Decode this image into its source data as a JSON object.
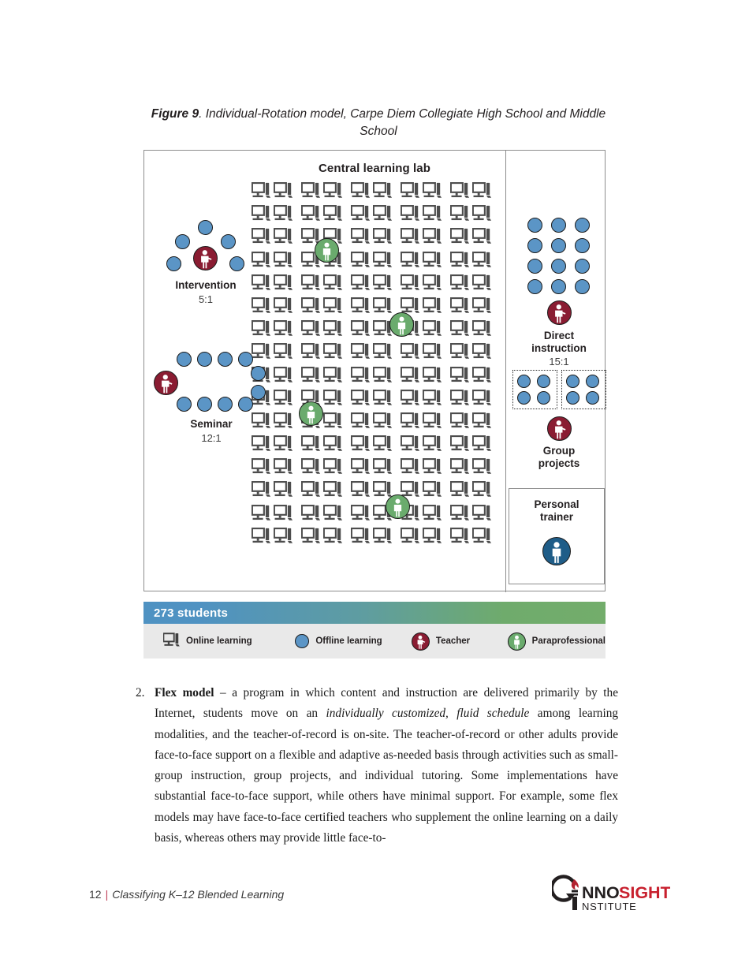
{
  "figure": {
    "caption_label": "Figure 9",
    "caption_text": ". Individual-Rotation model, Carpe Diem Collegiate High School and Middle School",
    "title": "Central learning lab",
    "computer_grid": {
      "rows": 16,
      "columns": 10,
      "column_pairs": 5,
      "icon": "desktop-computer-icon"
    },
    "paraprofessionals": [
      {
        "label": "paraprofessional-1",
        "row": 3,
        "col": 3
      },
      {
        "label": "paraprofessional-2",
        "row": 6,
        "col": 6
      },
      {
        "label": "paraprofessional-3",
        "row": 9,
        "col": 2
      },
      {
        "label": "paraprofessional-4",
        "row": 13,
        "col": 6
      }
    ],
    "left_groups": [
      {
        "name": "intervention",
        "label": "Intervention",
        "ratio": "5:1",
        "students": 5,
        "facilitator": "teacher",
        "arrangement": "arc"
      },
      {
        "name": "seminar",
        "label": "Seminar",
        "ratio": "12:1",
        "students": 10,
        "facilitator": "teacher",
        "arrangement": "oval"
      }
    ],
    "right_groups": [
      {
        "name": "direct-instruction",
        "label_line1": "Direct",
        "label_line2": "instruction",
        "ratio": "15:1",
        "students": 12,
        "facilitator": "teacher",
        "arrangement": "grid-3x4"
      },
      {
        "name": "group-projects",
        "label_line1": "Group",
        "label_line2": "projects",
        "ratio": "",
        "students": 8,
        "facilitator": "teacher",
        "arrangement": "two-dotted-boxes-2x2"
      }
    ],
    "personal_trainer": {
      "label_line1": "Personal",
      "label_line2": "trainer",
      "icon": "personal-trainer-icon"
    },
    "legend": {
      "total_students": "273 students",
      "items": [
        {
          "icon": "desktop-computer-icon",
          "label": "Online learning"
        },
        {
          "icon": "blue-circle-icon",
          "label": "Offline learning"
        },
        {
          "icon": "teacher-person-icon",
          "label": "Teacher"
        },
        {
          "icon": "paraprofessional-person-icon",
          "label": "Paraprofessional"
        }
      ]
    },
    "colors": {
      "student_blue": "#5b95c6",
      "teacher_maroon": "#8a1c32",
      "para_green": "#6aab6d",
      "trainer_blue": "#1f5d88",
      "computer_gray": "#4d4d4d",
      "bar_gradient_start": "#4f92c2",
      "bar_gradient_end": "#73ad6b"
    }
  },
  "body": {
    "list_marker": "2.",
    "term": "Flex model",
    "text_part1": " – a program in which content and instruction are delivered primarily by the Internet, students move on an ",
    "emphasis": "individually customized, fluid schedule",
    "text_part2": " among learning modalities, and the teacher-of-record is on-site. The teacher-of-record or other adults provide face-to-face support on a flexible and adaptive as-needed basis through activities such as small-group instruction, group projects, and individual tutoring. Some implementations have substantial face-to-face support, while others have minimal support. For example, some flex models may have face-to-face certified teachers who supplement the online learning on a daily basis, whereas others may provide little face-to-"
  },
  "footer": {
    "page_number": "12",
    "separator": "|",
    "title": "Classifying K–12 Blended Learning",
    "logo": {
      "word1": "NNO",
      "word2": "SIGHT",
      "word3": "NSTITUTE",
      "icon": "innosight-torch-icon"
    }
  }
}
